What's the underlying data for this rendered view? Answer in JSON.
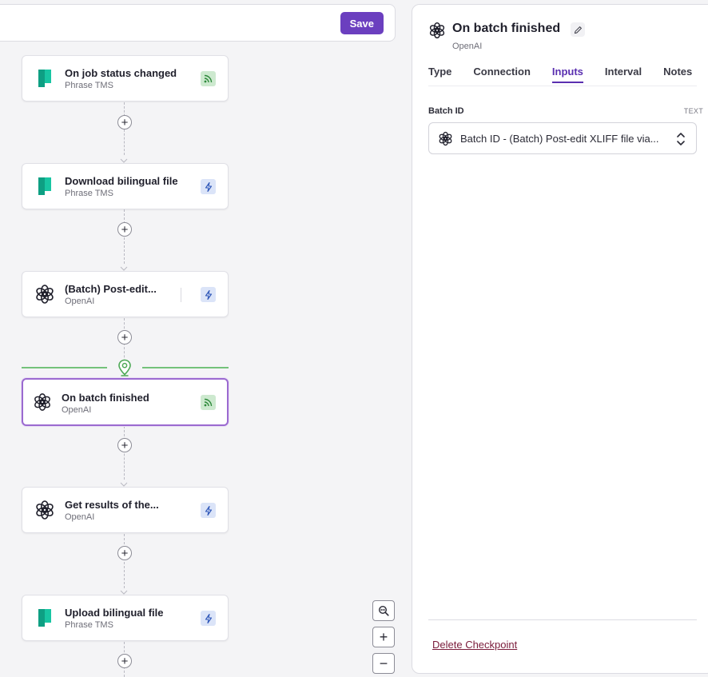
{
  "toolbar": {
    "save_label": "Save"
  },
  "flow": {
    "nodes": [
      {
        "title": "On job status changed",
        "app": "Phrase TMS",
        "kind": "trigger",
        "logo": "phrase-logo"
      },
      {
        "title": "Download bilingual file",
        "app": "Phrase TMS",
        "kind": "action",
        "logo": "phrase-logo"
      },
      {
        "title": "(Batch) Post-edit...",
        "app": "OpenAI",
        "kind": "action",
        "logo": "openai-logo"
      },
      {
        "title": "On batch finished",
        "app": "OpenAI",
        "kind": "trigger",
        "logo": "openai-logo",
        "selected": true
      },
      {
        "title": "Get results of the...",
        "app": "OpenAI",
        "kind": "action",
        "logo": "openai-logo"
      },
      {
        "title": "Upload bilingual file",
        "app": "Phrase TMS",
        "kind": "action",
        "logo": "phrase-logo"
      }
    ]
  },
  "panel": {
    "title": "On batch finished",
    "subtitle": "OpenAI",
    "tabs": [
      "Type",
      "Connection",
      "Inputs",
      "Interval",
      "Notes"
    ],
    "active_tab": "Inputs",
    "field": {
      "label": "Batch ID",
      "type_tag": "TEXT",
      "value": "Batch ID - (Batch) Post-edit XLIFF file via..."
    },
    "delete_label": "Delete Checkpoint"
  },
  "colors": {
    "accent": "#6b3fbf",
    "checkpoint": "#74c27b",
    "trigger_badge": "#cde9cf",
    "action_badge": "#dbe4f8"
  }
}
